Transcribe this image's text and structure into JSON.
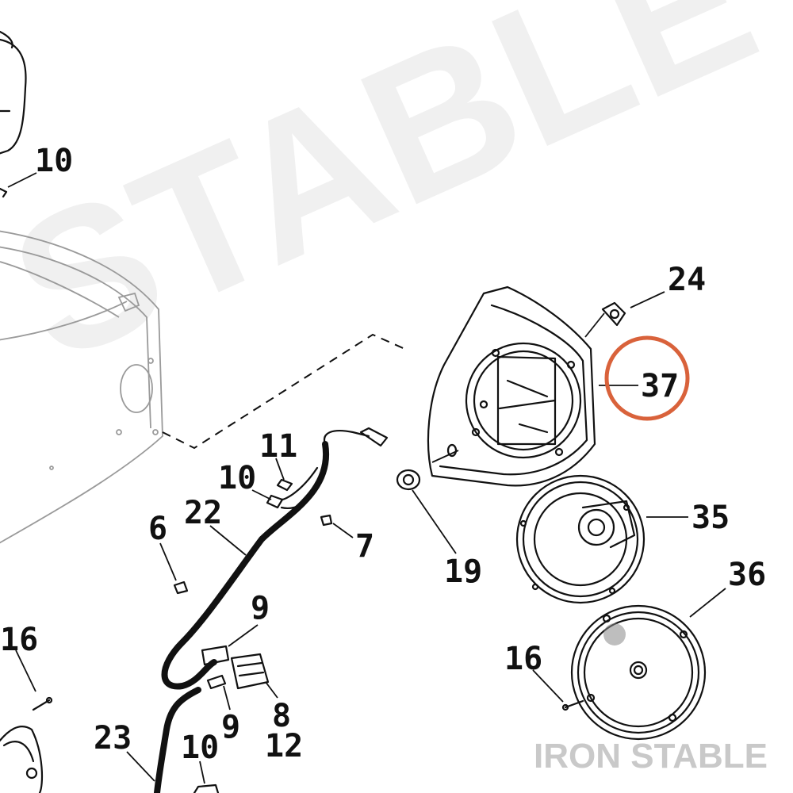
{
  "watermark": {
    "text": "STABLE",
    "color": "#f0f0f0"
  },
  "brand": {
    "text": "IRON STABLE",
    "color": "#c9c9c9"
  },
  "highlight": {
    "part": "37",
    "color": "#d9623b"
  },
  "callouts": {
    "c10a": "10",
    "c24": "24",
    "c37": "37",
    "c11": "11",
    "c10b": "10",
    "c35": "35",
    "c22": "22",
    "c6": "6",
    "c7": "7",
    "c19": "19",
    "c36": "36",
    "c9a": "9",
    "c16a": "16",
    "c16b": "16",
    "c8": "8",
    "c9b": "9",
    "c23": "23",
    "c10c": "10",
    "c12": "12"
  }
}
